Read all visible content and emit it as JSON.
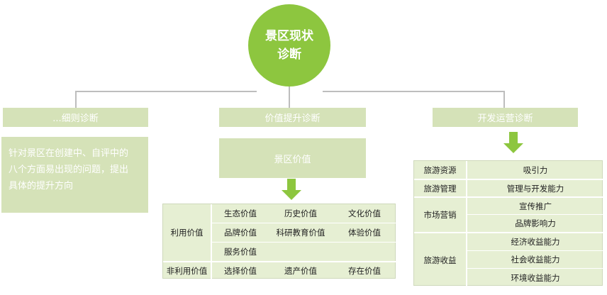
{
  "center": {
    "line1": "景区现状",
    "line2": "诊断"
  },
  "branches": {
    "left": {
      "title": "...细则诊断",
      "description": [
        "针对景区在创建中、自评中的",
        "八个方面易出现的问题，提出",
        "具体的提升方向"
      ]
    },
    "middle": {
      "title": "价值提升诊断",
      "sub": "景区价值",
      "table": {
        "group1": {
          "label": "利用价值",
          "rows": [
            [
              "生态价值",
              "历史价值",
              "文化价值"
            ],
            [
              "品牌价值",
              "科研教育价值",
              "体验价值"
            ],
            [
              "服务价值",
              "",
              ""
            ]
          ]
        },
        "group2": {
          "label": "非利用价值",
          "rows": [
            [
              "选择价值",
              "遗产价值",
              "存在价值"
            ]
          ]
        }
      }
    },
    "right": {
      "title": "开发运营诊断",
      "table": [
        {
          "label": "旅游资源",
          "items": [
            "吸引力"
          ]
        },
        {
          "label": "旅游管理",
          "items": [
            "管理与开发能力"
          ]
        },
        {
          "label": "市场营销",
          "items": [
            "宣传推广",
            "品牌影响力"
          ]
        },
        {
          "label": "旅游收益",
          "items": [
            "经济收益能力",
            "社会收益能力",
            "环境收益能力"
          ]
        }
      ]
    }
  }
}
